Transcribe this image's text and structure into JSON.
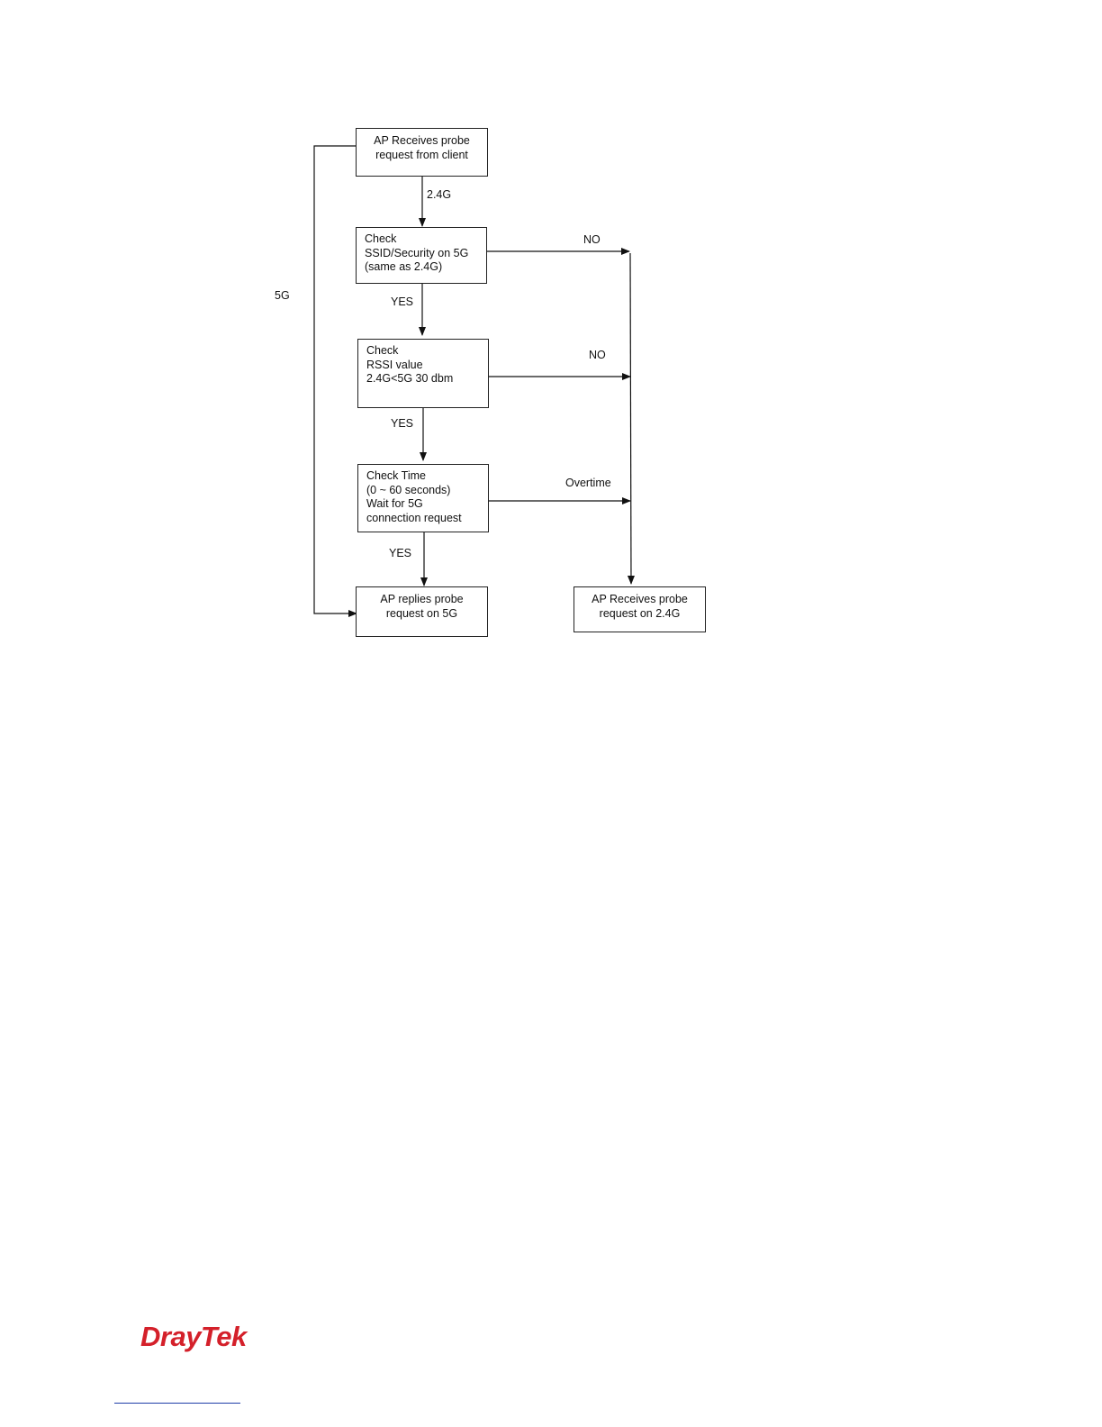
{
  "flowchart": {
    "nodes": {
      "start": [
        "AP Receives probe",
        "request from client"
      ],
      "check_ssid": [
        "Check",
        "SSID/Security on 5G",
        "(same as 2.4G)"
      ],
      "check_rssi": [
        "Check",
        "RSSI value",
        "2.4G<5G 30 dbm"
      ],
      "check_time": [
        "Check Time",
        "(0 ~ 60 seconds)",
        "Wait for 5G",
        "connection request"
      ],
      "reply_5g": [
        "AP replies probe",
        "request on 5G"
      ],
      "reply_24g": [
        "AP Receives probe",
        "request on 2.4G"
      ]
    },
    "edges": {
      "start_to_ssid": "2.4G",
      "bypass_5g": "5G",
      "ssid_yes": "YES",
      "ssid_no": "NO",
      "rssi_yes": "YES",
      "rssi_no": "NO",
      "time_yes": "YES",
      "time_overtime": "Overtime"
    }
  },
  "footer": {
    "logo": "DrayTek",
    "logo_color": "#d4202a",
    "rule_color": "#1f3ea8"
  }
}
